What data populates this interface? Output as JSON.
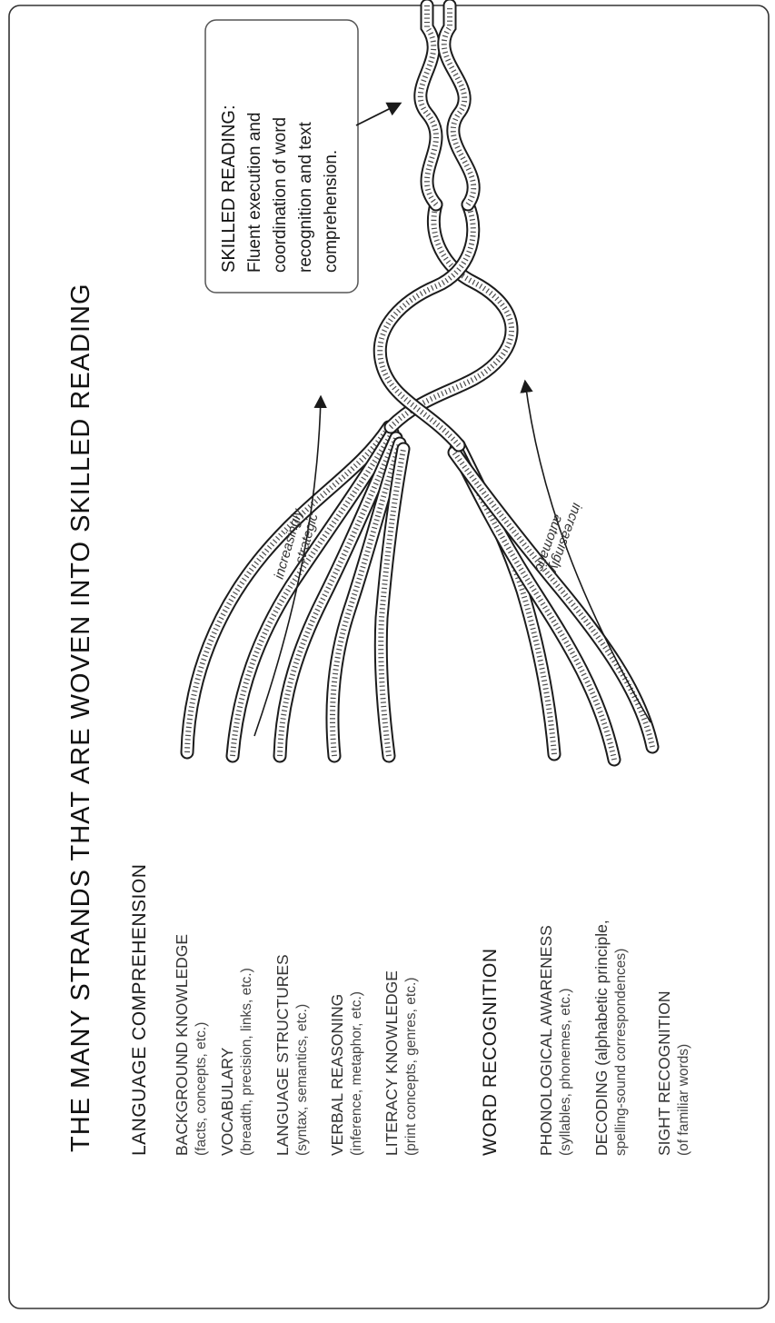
{
  "title": "THE MANY STRANDS THAT ARE WOVEN INTO SKILLED READING",
  "language_comprehension": {
    "heading": "LANGUAGE COMPREHENSION",
    "items": [
      {
        "label": "BACKGROUND KNOWLEDGE",
        "detail": "(facts, concepts, etc.)"
      },
      {
        "label": "VOCABULARY",
        "detail": "(breadth, precision, links, etc.)"
      },
      {
        "label": "LANGUAGE STRUCTURES",
        "detail": "(syntax, semantics, etc.)"
      },
      {
        "label": "VERBAL REASONING",
        "detail": "(inference, metaphor, etc.)"
      },
      {
        "label": "LITERACY KNOWLEDGE",
        "detail": "(print concepts, genres, etc.)"
      }
    ]
  },
  "word_recognition": {
    "heading": "WORD RECOGNITION",
    "items": [
      {
        "label": "PHONOLOGICAL AWARENESS",
        "detail": "(syllables, phonemes, etc.)"
      },
      {
        "label": "DECODING (alphabetic principle,",
        "detail": "spelling-sound correspondences)"
      },
      {
        "label": "SIGHT RECOGNITION",
        "detail": "(of familiar words)"
      }
    ]
  },
  "arrows": {
    "strategic_line1": "increasingly",
    "strategic_line2": "strategic",
    "automatic_line1": "increasingly",
    "automatic_line2": "automatic"
  },
  "callout": {
    "heading": "SKILLED READING:",
    "line1": "Fluent execution and",
    "line2": "coordination of word",
    "line3": "recognition and text",
    "line4": "comprehension."
  }
}
